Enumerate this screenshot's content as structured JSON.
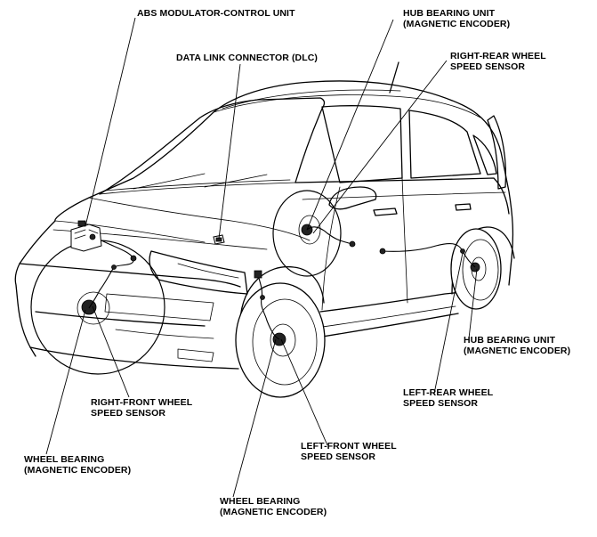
{
  "labels": {
    "abs_unit": [
      "ABS MODULATOR-CONTROL UNIT"
    ],
    "dlc": [
      "DATA LINK CONNECTOR (DLC)"
    ],
    "hub_bearing_top": [
      "HUB BEARING UNIT",
      "(MAGNETIC ENCODER)"
    ],
    "rr_sensor": [
      "RIGHT-REAR WHEEL",
      "SPEED SENSOR"
    ],
    "hub_bearing_right": [
      "HUB BEARING UNIT",
      "(MAGNETIC ENCODER)"
    ],
    "lr_sensor": [
      "LEFT-REAR WHEEL",
      "SPEED SENSOR"
    ],
    "rf_sensor": [
      "RIGHT-FRONT WHEEL",
      "SPEED SENSOR"
    ],
    "lf_sensor": [
      "LEFT-FRONT WHEEL",
      "SPEED SENSOR"
    ],
    "wheel_bearing_left": [
      "WHEEL BEARING",
      "(MAGNETIC ENCODER)"
    ],
    "wheel_bearing_bottom": [
      "WHEEL BEARING",
      "(MAGNETIC ENCODER)"
    ]
  }
}
